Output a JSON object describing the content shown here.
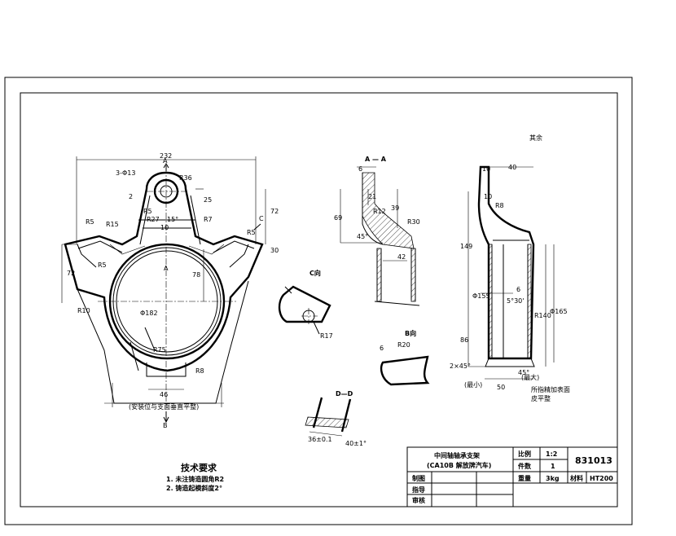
{
  "front_view": {
    "width_232": "232",
    "hole": "3-Φ13",
    "r36": "R36",
    "dim_2": "2",
    "dim_25": "25",
    "r5_top": "R5",
    "angle_15": "15°",
    "r7": "R7",
    "dim_10": "10",
    "r27": "R27",
    "r15": "R15",
    "r5_left": "R5",
    "r5_right": "R5",
    "dim_72_right": "72",
    "dim_30": "30",
    "r5_r": "R5",
    "dim_72_left": "72",
    "r10": "R10",
    "center_label": "A",
    "dim_78": "78",
    "dia_182": "Φ182",
    "r75": "R75",
    "dim_46": "46",
    "r8": "R8",
    "bottom_note": "(安装位与支面垂直平整)",
    "section_a_top": "A",
    "section_b_bottom": "B",
    "section_c": "C"
  },
  "section_aa": {
    "title": "A — A",
    "dim_6": "6",
    "dim_21": "21",
    "r12": "R12",
    "dim_39": "39",
    "r30": "R30",
    "dim_69": "69",
    "angle_45": "45°",
    "dim_42": "42"
  },
  "side_view": {
    "dim_10": "10",
    "dim_40": "40",
    "dim_10b": "10",
    "r8": "R8",
    "dim_149": "149",
    "dim_6": "6",
    "dia_155": "Φ155",
    "angle_5": "5°30'",
    "r140": "R140",
    "dia_165": "Φ165",
    "dim_86": "86",
    "chamfer": "2×45°",
    "angle_45": "45°",
    "min_label": "(最小)",
    "max_label": "(最大)",
    "dim_50": "50",
    "note_line1": "所指精加表面",
    "note_line2": "皮平整",
    "roughness": "其余"
  },
  "view_c": {
    "title": "C向",
    "r17": "R17"
  },
  "view_b": {
    "title": "B向",
    "dim_6": "6",
    "r20": "R20"
  },
  "section_dd": {
    "title": "D—D",
    "dim_36": "36±0.1",
    "angle_note": "40±1°"
  },
  "tech_req": {
    "title": "技术要求",
    "item1": "1. 未注铸造圆角R2",
    "item2": "2. 铸造起模斜度2°"
  },
  "title_block": {
    "name_line1": "中间轴轴承支架",
    "name_line2": "(CA10B 解放牌汽车)",
    "scale_label": "比例",
    "scale_value": "1:2",
    "qty_label": "件数",
    "qty_value": "1",
    "drawing_no": "831013",
    "drawn": "制图",
    "guide": "指导",
    "review": "审核",
    "weight_label": "重量",
    "weight_value": "3kg",
    "material_label": "材料",
    "material_value": "HT200"
  }
}
